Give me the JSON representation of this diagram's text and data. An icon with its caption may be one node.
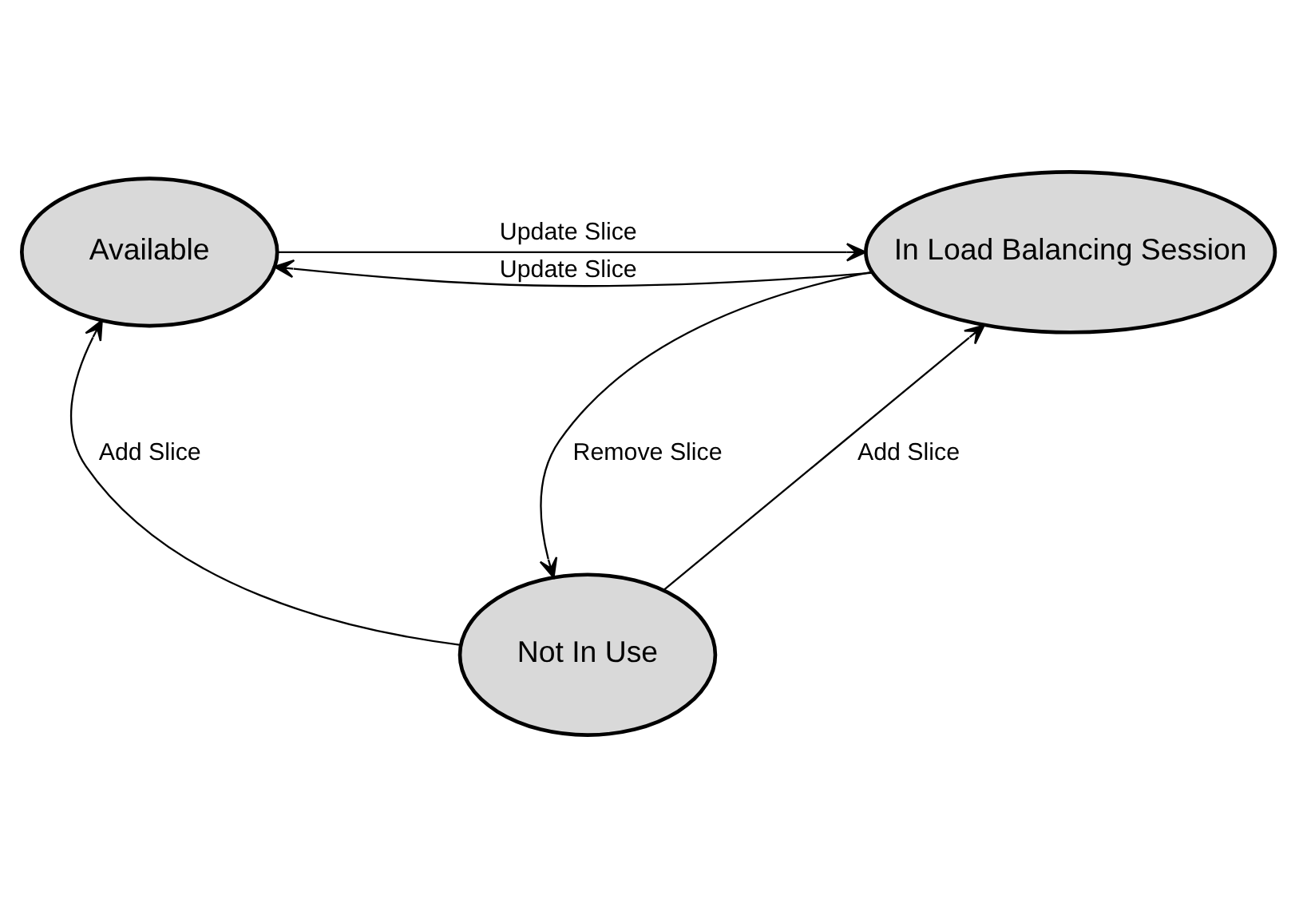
{
  "diagram": {
    "nodes": [
      {
        "text": [
          "Available"
        ]
      },
      {
        "text": [
          "In Load Balancing Session"
        ]
      },
      {
        "text": [
          "Not In Use"
        ]
      }
    ],
    "edges": [
      {
        "from": 0,
        "to": 1,
        "arrow": "to",
        "label": "Update Slice"
      },
      {
        "from": 1,
        "to": 0,
        "arrow": "to",
        "label": "Update Slice"
      },
      {
        "from": 2,
        "to": 0,
        "arrow": "to",
        "label": "Add Slice"
      },
      {
        "from": 2,
        "to": 1,
        "arrow": "to",
        "label": "Add Slice"
      },
      {
        "from": 1,
        "to": 2,
        "arrow": "to",
        "label": "Remove Slice"
      }
    ]
  }
}
